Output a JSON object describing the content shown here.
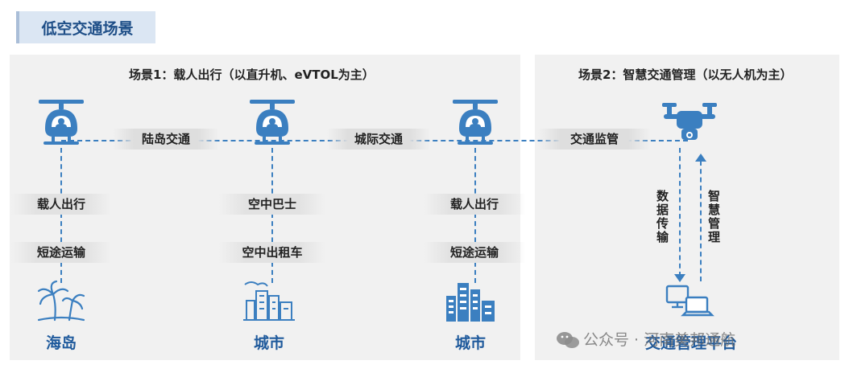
{
  "header": {
    "title": "低空交通场景"
  },
  "scene1": {
    "title": "场景1：载人出行（以直升机、eVTOL为主）"
  },
  "scene2": {
    "title": "场景2：智慧交通管理（以无人机为主）"
  },
  "links": {
    "island_city": "陆岛交通",
    "city_city": "城际交通",
    "monitoring": "交通监管"
  },
  "columns": [
    {
      "tag1": "载人出行",
      "tag2": "短途运输",
      "place": "海岛",
      "place_icon": "palm-tree-icon"
    },
    {
      "tag1": "空中巴士",
      "tag2": "空中出租车",
      "place": "城市",
      "place_icon": "city-skyline-icon"
    },
    {
      "tag1": "载人出行",
      "tag2": "短途运输",
      "place": "城市",
      "place_icon": "city-buildings-icon"
    }
  ],
  "platform": {
    "down_label": "数据传输",
    "up_label": "智慧管理",
    "name": "交通管理平台"
  },
  "watermark": {
    "text": "公众号 · 河南美邦通航"
  },
  "colors": {
    "accent": "#1f5a9c",
    "icon_blue": "#3b7fc0",
    "panel": "#f1f1f1"
  }
}
